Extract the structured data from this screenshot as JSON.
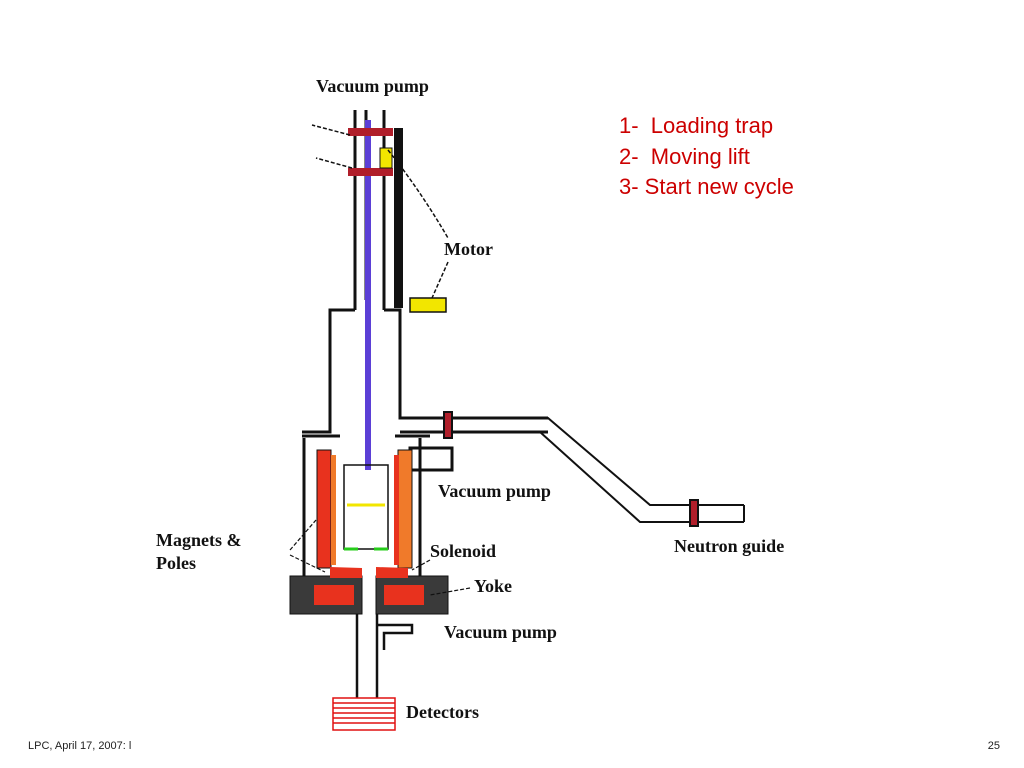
{
  "diagram": {
    "labels": {
      "vacuum_pump_top": "Vacuum pump",
      "motor": "Motor",
      "vacuum_pump_mid": "Vacuum pump",
      "magnets_poles_line1": "Magnets &",
      "magnets_poles_line2": "Poles",
      "solenoid": "Solenoid",
      "yoke": "Yoke",
      "neutron_guide": "Neutron guide",
      "vacuum_pump_bottom": "Vacuum pump",
      "detectors": "Detectors"
    },
    "colors": {
      "outline": "#111111",
      "lift_rod": "#5b3fd6",
      "motor": "#f2e600",
      "magnets": "#e8321e",
      "poles": "#f07a2a",
      "yoke_fill": "#3a3a3a",
      "trap": "#26cc1a",
      "detector": "#e11111",
      "flange": "#b01e2a"
    }
  },
  "steps": [
    "1-  Loading trap",
    "2-  Moving lift",
    "3- Start new cycle"
  ],
  "footer": {
    "left": "LPC, April 17, 2007: l",
    "page_number": "25"
  }
}
